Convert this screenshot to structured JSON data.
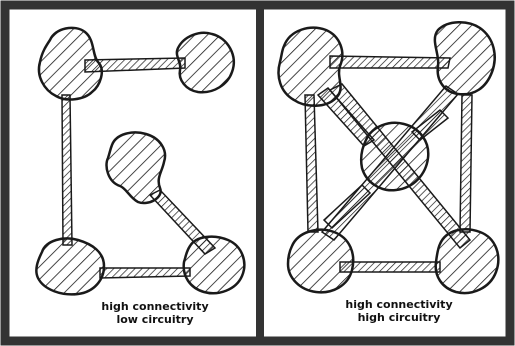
{
  "panels": [
    {
      "id": "left",
      "caption": [
        "high connectivity",
        "low circuitry"
      ]
    },
    {
      "id": "right",
      "caption": [
        "high connectivity",
        "high circuitry"
      ]
    }
  ],
  "colors": {
    "ink": "#1a1a1a",
    "paper": "#ffffff",
    "border": "#333333"
  }
}
